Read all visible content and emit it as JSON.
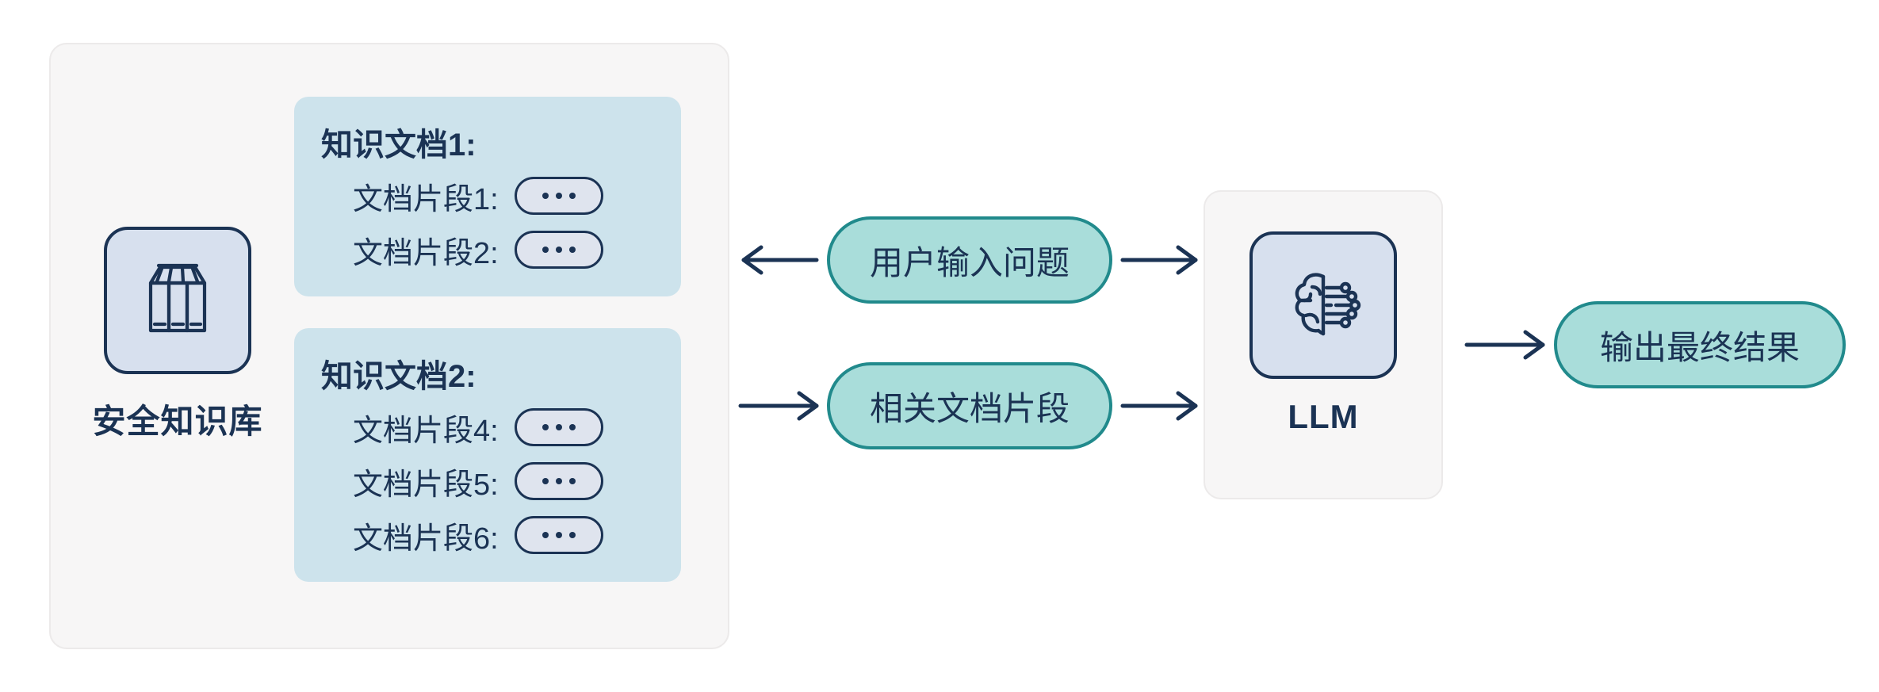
{
  "diagram": {
    "title": "RAG security knowledge base flow",
    "colors": {
      "ink": "#1b3354",
      "panel_bg": "#f7f6f6",
      "panel_border": "#eceaea",
      "doc_card_bg": "#cde3ec",
      "icon_tile_bg": "#d7e0ee",
      "dots_pill_bg": "#dfe4ee",
      "teal_pill_bg": "#a9ddda",
      "teal_pill_border": "#218a8c"
    }
  },
  "knowledge_base": {
    "icon": "books-archive-icon",
    "caption": "安全知识库",
    "documents": [
      {
        "title": "知识文档1:",
        "chunks": [
          {
            "label": "文档片段1:",
            "badge": "…"
          },
          {
            "label": "文档片段2:",
            "badge": "…"
          }
        ]
      },
      {
        "title": "知识文档2:",
        "chunks": [
          {
            "label": "文档片段4:",
            "badge": "…"
          },
          {
            "label": "文档片段5:",
            "badge": "…"
          },
          {
            "label": "文档片段6:",
            "badge": "…"
          }
        ]
      }
    ]
  },
  "flow": {
    "pills": [
      {
        "id": "question",
        "label": "用户输入问题"
      },
      {
        "id": "chunks",
        "label": "相关文档片段"
      },
      {
        "id": "output",
        "label": "输出最终结果"
      }
    ],
    "arrows": [
      {
        "id": "kb-from-question",
        "direction": "left",
        "from": "用户输入问题",
        "to": "安全知识库"
      },
      {
        "id": "question-to-llm",
        "direction": "right",
        "from": "用户输入问题",
        "to": "LLM"
      },
      {
        "id": "kb-to-chunks",
        "direction": "right",
        "from": "安全知识库",
        "to": "相关文档片段"
      },
      {
        "id": "chunks-to-llm",
        "direction": "right",
        "from": "相关文档片段",
        "to": "LLM"
      },
      {
        "id": "llm-to-output",
        "direction": "right",
        "from": "LLM",
        "to": "输出最终结果"
      }
    ]
  },
  "llm": {
    "icon": "brain-circuit-icon",
    "caption": "LLM"
  }
}
